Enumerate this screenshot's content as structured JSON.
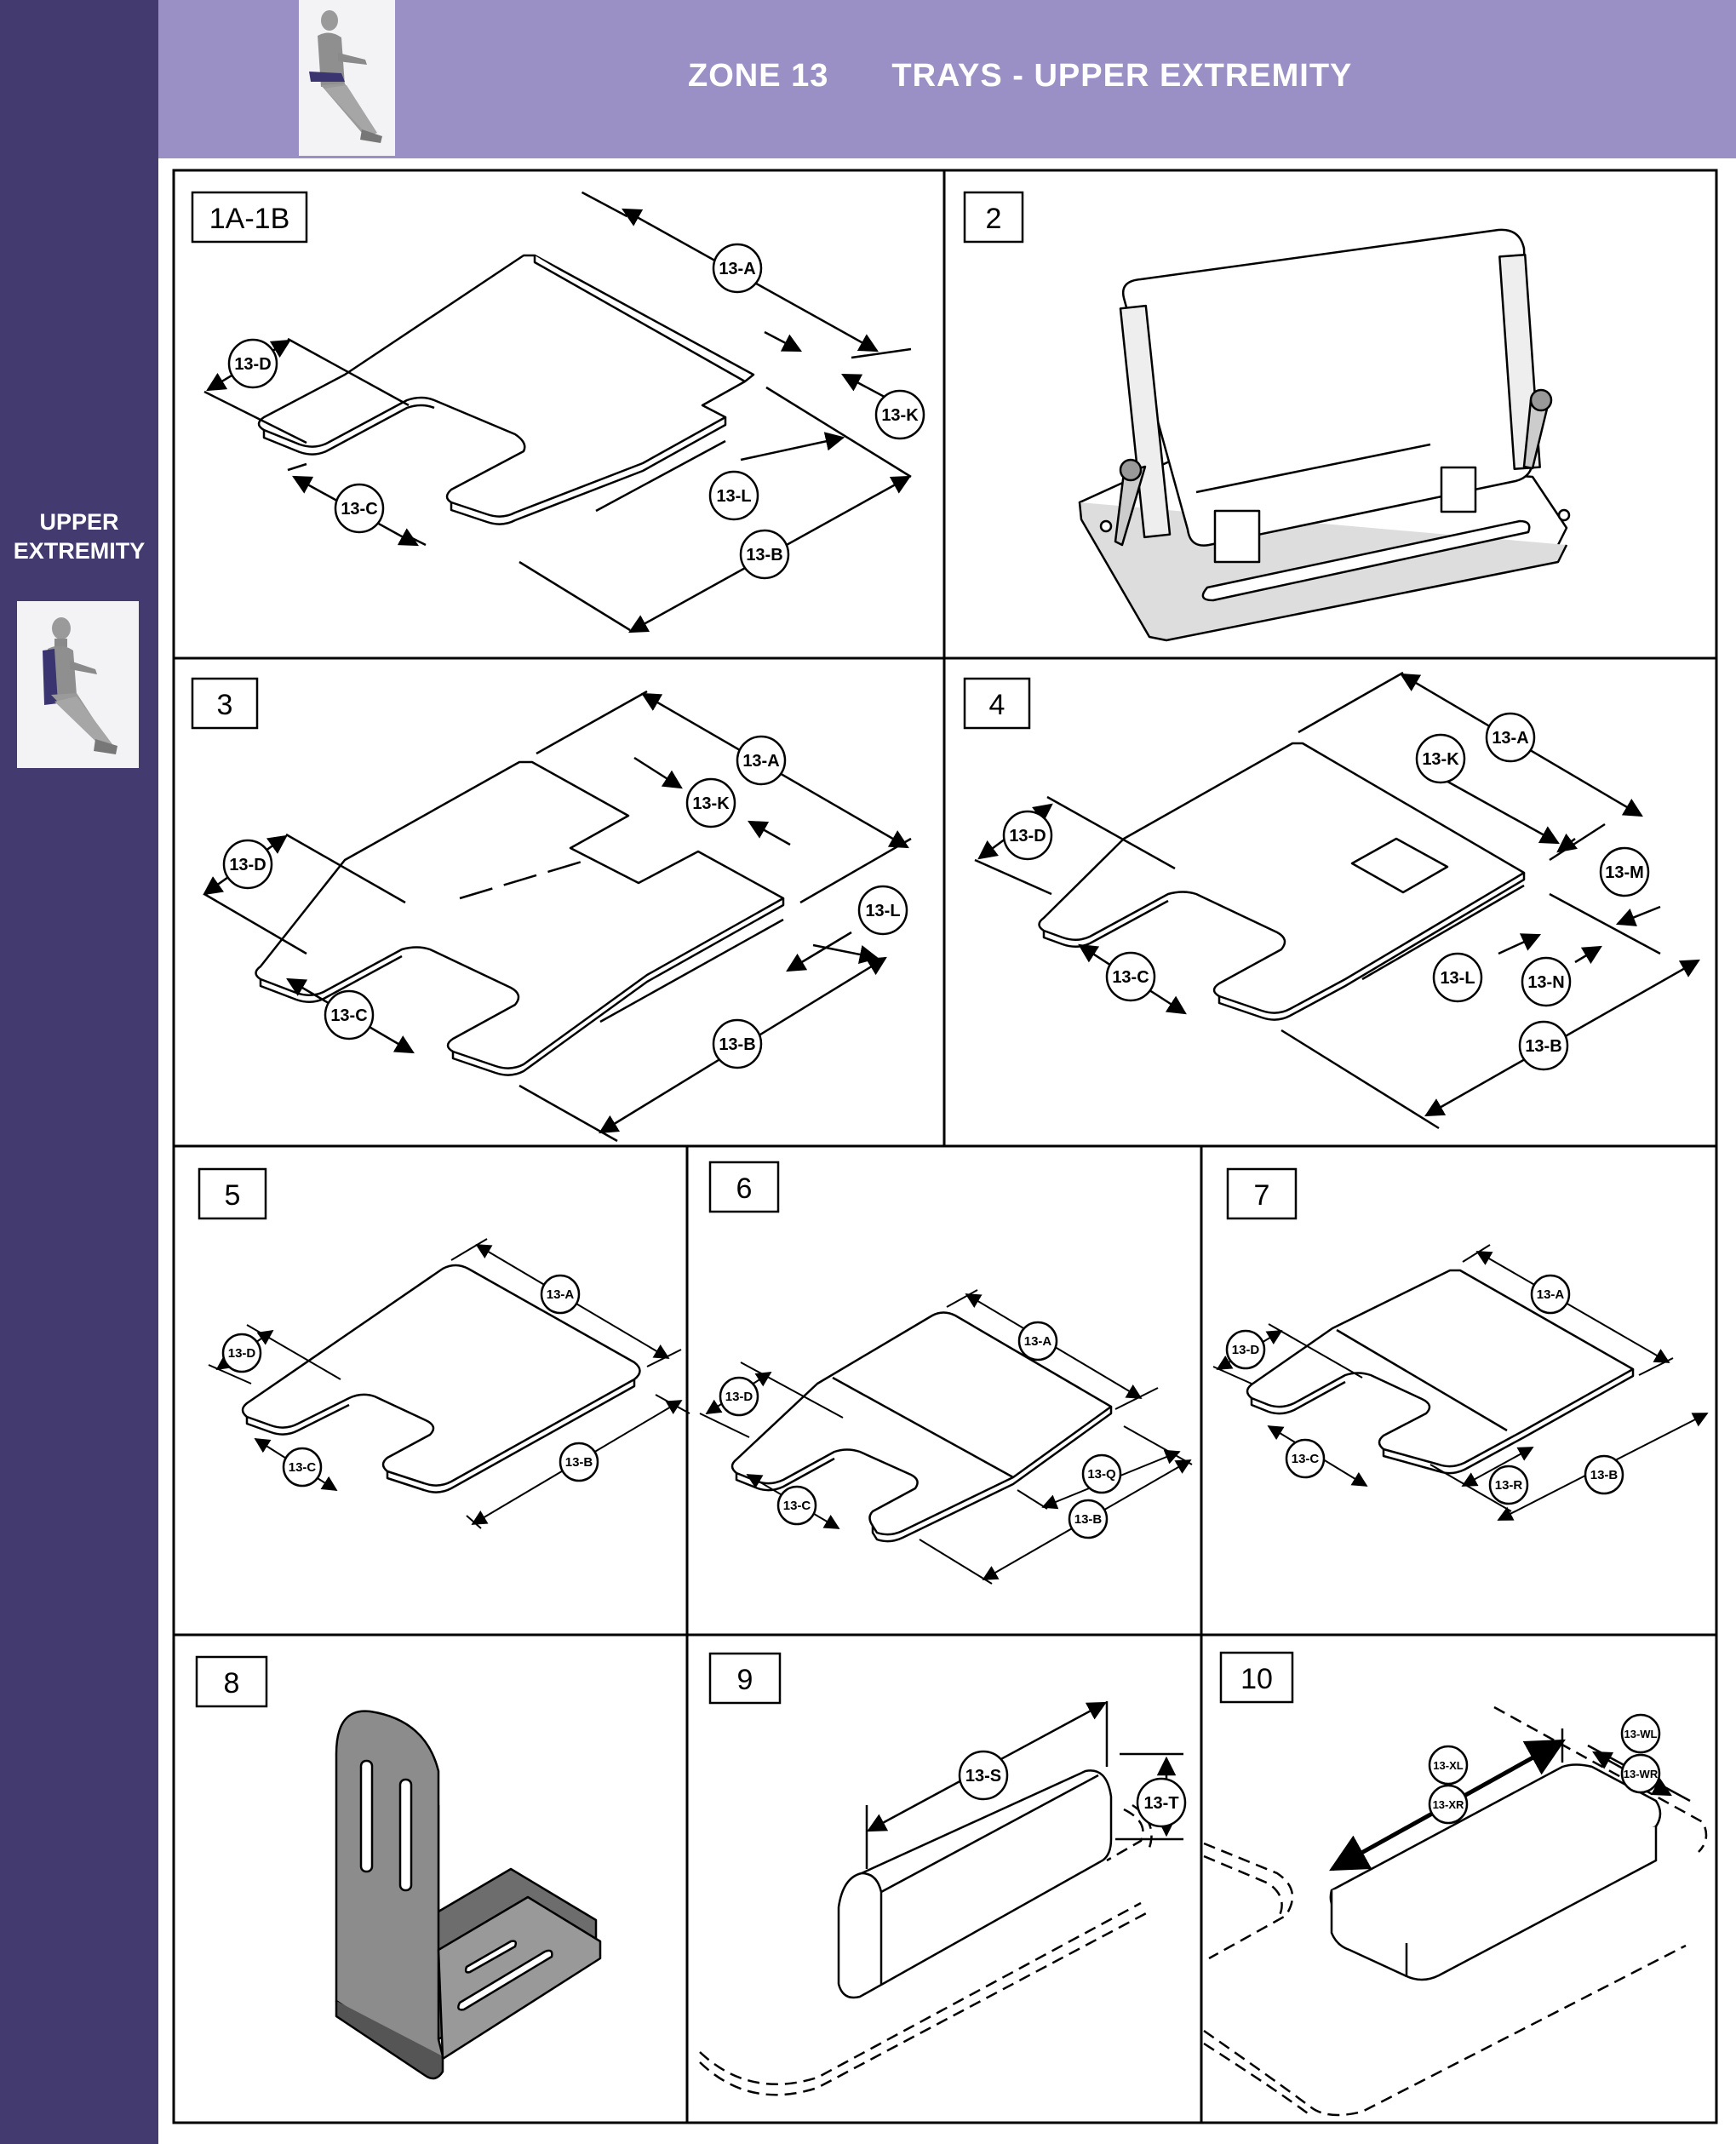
{
  "header": {
    "zone": "ZONE 13",
    "title": "TRAYS - UPPER EXTREMITY"
  },
  "sidebar": {
    "line1": "UPPER",
    "line2": "EXTREMITY"
  },
  "panels": [
    {
      "number": "1A-1B",
      "callouts": {
        "a": "13-A",
        "d": "13-D",
        "k": "13-K",
        "l": "13-L",
        "c": "13-C",
        "b": "13-B"
      }
    },
    {
      "number": "2"
    },
    {
      "number": "3",
      "callouts": {
        "a": "13-A",
        "k": "13-K",
        "d": "13-D",
        "l": "13-L",
        "c": "13-C",
        "b": "13-B"
      }
    },
    {
      "number": "4",
      "callouts": {
        "a": "13-A",
        "k": "13-K",
        "d": "13-D",
        "m": "13-M",
        "c": "13-C",
        "l": "13-L",
        "n": "13-N",
        "b": "13-B"
      }
    },
    {
      "number": "5",
      "callouts": {
        "a": "13-A",
        "d": "13-D",
        "c": "13-C",
        "b": "13-B"
      }
    },
    {
      "number": "6",
      "callouts": {
        "a": "13-A",
        "d": "13-D",
        "q": "13-Q",
        "c": "13-C",
        "b": "13-B"
      }
    },
    {
      "number": "7",
      "callouts": {
        "a": "13-A",
        "d": "13-D",
        "c": "13-C",
        "r": "13-R",
        "b": "13-B"
      }
    },
    {
      "number": "8"
    },
    {
      "number": "9",
      "callouts": {
        "s": "13-S",
        "t": "13-T"
      }
    },
    {
      "number": "10",
      "callouts": {
        "xl": "13-XL",
        "xr": "13-XR",
        "wl": "13-WL",
        "wr": "13-WR"
      }
    }
  ],
  "colors": {
    "sidebar": "#433b70",
    "header": "#9a90c6",
    "figure_accent": "#3a3470"
  }
}
